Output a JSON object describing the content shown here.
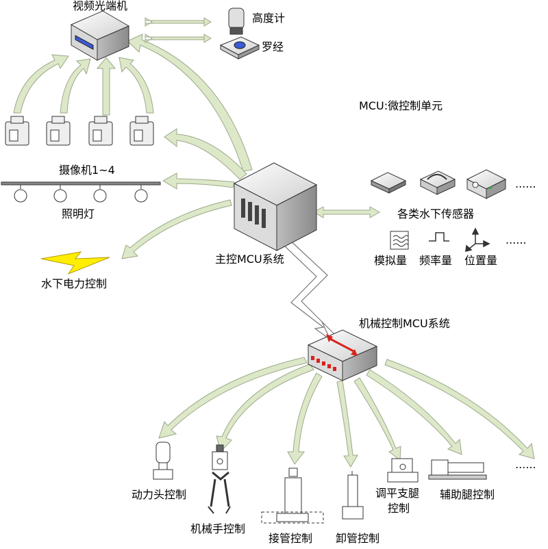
{
  "labels": {
    "video_optical": "视频光端机",
    "altimeter": "高度计",
    "compass": "罗经",
    "mcu_note": "MCU:微控制单元",
    "cameras": "摄像机1~4",
    "lighting": "照明灯",
    "sensors": "各类水下传感器",
    "main_mcu": "主控MCU系统",
    "analog": "模拟量",
    "frequency": "频率量",
    "position": "位置量",
    "power": "水下电力控制",
    "mech_mcu": "机械控制MCU系统",
    "power_head": "动力头控制",
    "manipulator": "机械手控制",
    "pipe_connect": "接管控制",
    "pipe_unload": "卸管控制",
    "level_leg_1": "调平支腿",
    "level_leg_2": "控制",
    "aux_leg": "辅助腿控制",
    "ellipsis": "......"
  },
  "colors": {
    "arrow_fill": "#dde8c8",
    "arrow_stroke": "#9aa889",
    "device_blue": "#3b5bd6",
    "mech_red": "#d8231b"
  }
}
